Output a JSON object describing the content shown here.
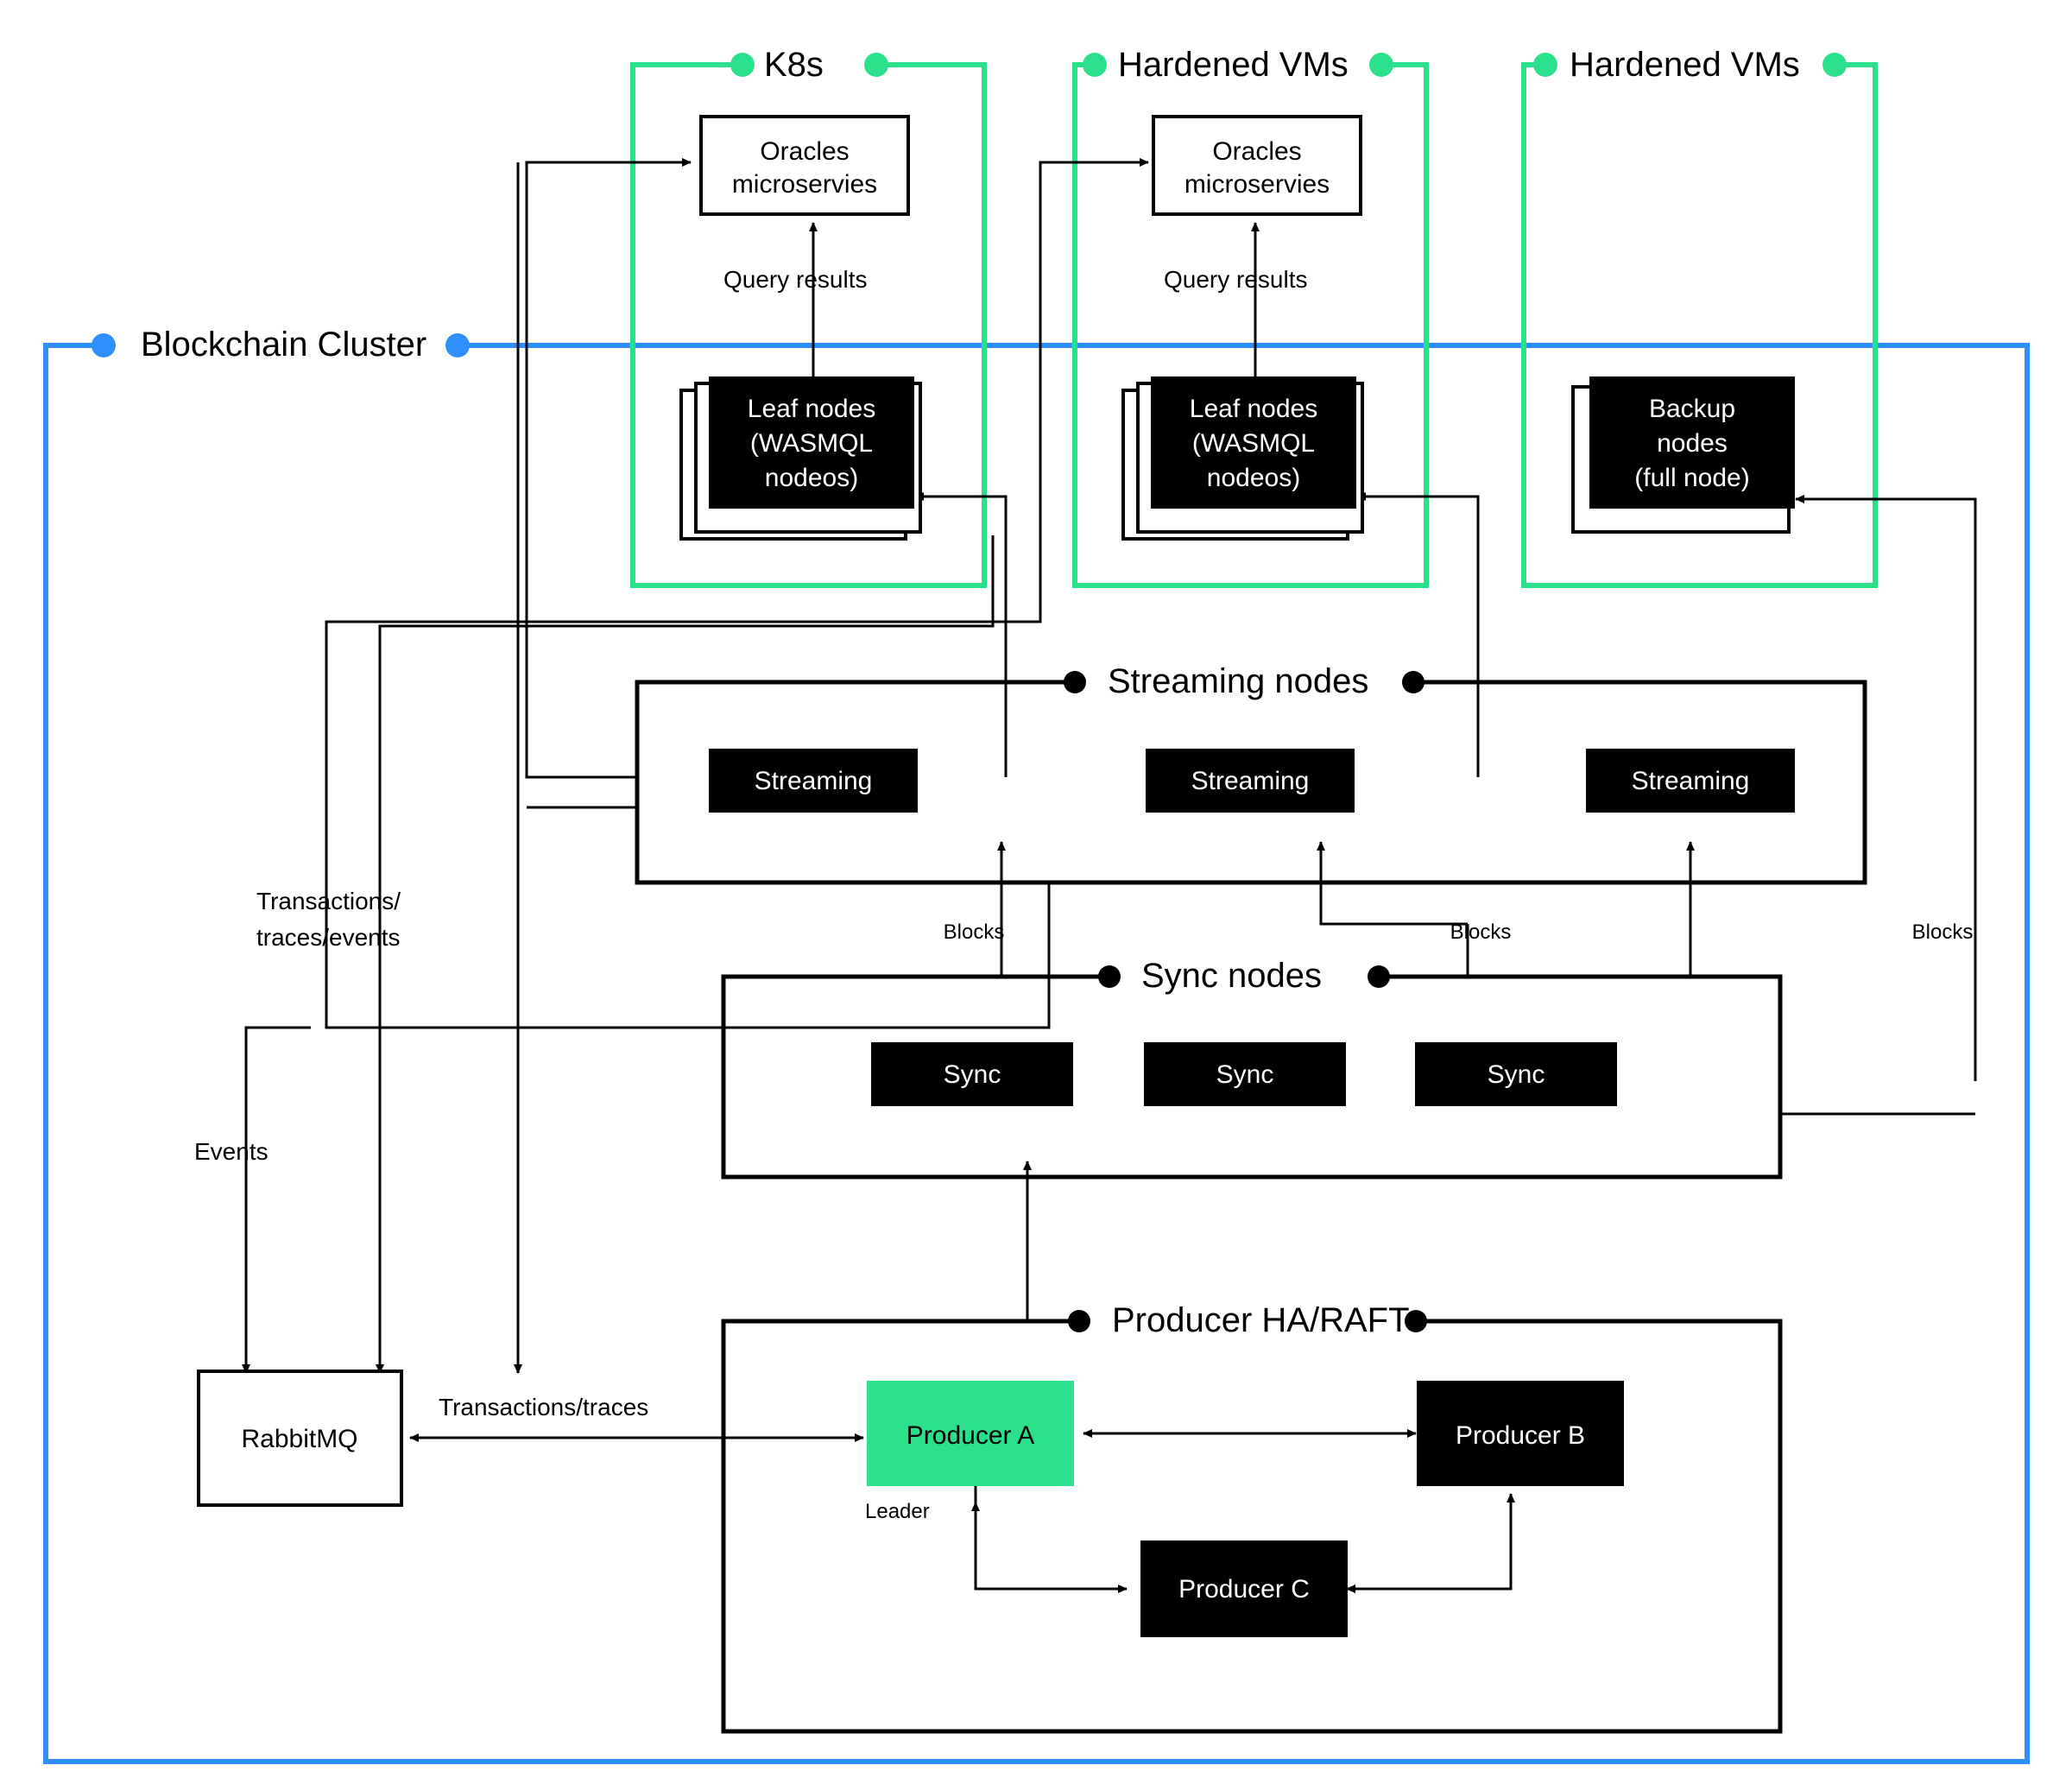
{
  "diagram": {
    "title_groups": [
      {
        "id": "k8s",
        "label": "K8s"
      },
      {
        "id": "hvm1",
        "label": "Hardened VMs"
      },
      {
        "id": "hvm2",
        "label": "Hardened VMs"
      }
    ],
    "cluster": {
      "label": "Blockchain Cluster",
      "color": "#2F8FFF"
    },
    "group_color": "#2BE08A",
    "sections": [
      {
        "id": "streaming",
        "label": "Streaming nodes"
      },
      {
        "id": "sync",
        "label": "Sync nodes"
      },
      {
        "id": "producer",
        "label": "Producer HA/RAFT"
      }
    ],
    "nodes": {
      "oracles_k8s": "Oracles\nmicroservies",
      "oracles_vm": "Oracles\nmicroservies",
      "leaf_k8s_line1": "Leaf nodes",
      "leaf_k8s_line2": "(WASMQL",
      "leaf_k8s_line3": "nodeos)",
      "leaf_vm_line1": "Leaf nodes",
      "leaf_vm_line2": "(WASMQL",
      "leaf_vm_line3": "nodeos)",
      "backup_line1": "Backup",
      "backup_line2": "nodes",
      "backup_line3": "(full node)",
      "streaming_1": "Streaming",
      "streaming_2": "Streaming",
      "streaming_3": "Streaming",
      "sync_1": "Sync",
      "sync_2": "Sync",
      "sync_3": "Sync",
      "rabbitmq": "RabbitMQ",
      "producer_a": "Producer A",
      "producer_b": "Producer B",
      "producer_c": "Producer C"
    },
    "edge_labels": {
      "query_results_1": "Query results",
      "query_results_2": "Query results",
      "transactions_traces_events_l1": "Transactions/",
      "transactions_traces_events_l2": "traces/events",
      "blocks_1": "Blocks",
      "blocks_2": "Blocks",
      "blocks_3": "Blocks",
      "events": "Events",
      "transactions_traces": "Transactions/traces",
      "leader": "Leader"
    }
  }
}
